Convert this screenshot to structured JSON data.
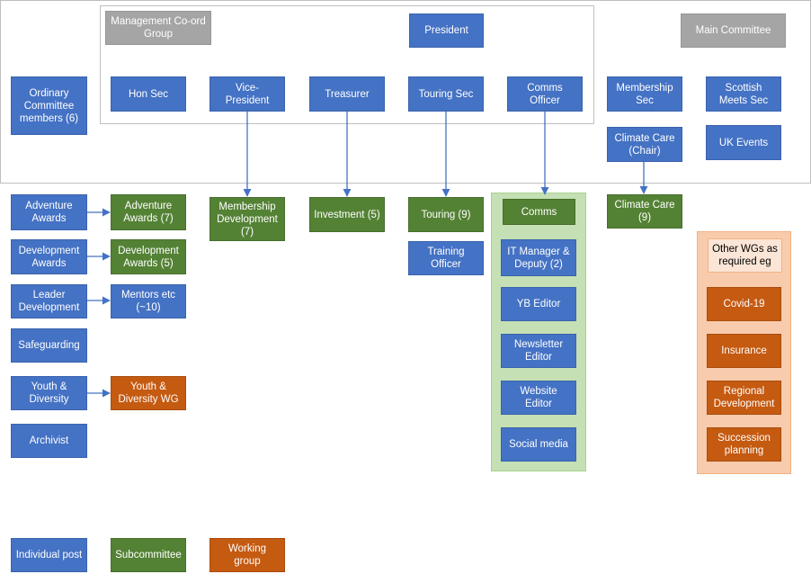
{
  "colors": {
    "individual_post": "#4472c4",
    "subcommittee": "#548235",
    "working_group": "#c55a11",
    "committee_group": "#a5a5a5"
  },
  "nodes": {
    "mgmt_group": "Management Co-ord Group",
    "president": "President",
    "main_committee": "Main Committee",
    "ordinary_members": "Ordinary Committee members (6)",
    "hon_sec": "Hon Sec",
    "vice_president": "Vice-President",
    "treasurer": "Treasurer",
    "touring_sec": "Touring Sec",
    "comms_officer": "Comms Officer",
    "membership_sec": "Membership Sec",
    "scottish_meets_sec": "Scottish Meets Sec",
    "climate_care_chair": "Climate Care (Chair)",
    "uk_events": "UK Events",
    "adventure_awards": "Adventure Awards",
    "adventure_awards_sc": "Adventure Awards (7)",
    "membership_development": "Membership Development (7)",
    "investment": "Investment (5)",
    "touring": "Touring (9)",
    "comms": "Comms",
    "climate_care": "Climate Care (9)",
    "development_awards": "Development Awards",
    "development_awards_sc": "Development Awards (5)",
    "training_officer": "Training Officer",
    "it_manager": "IT Manager & Deputy (2)",
    "other_wgs": "Other WGs as required eg",
    "leader_development": "Leader Development",
    "mentors": "Mentors etc (~10)",
    "yb_editor": "YB Editor",
    "covid": "Covid-19",
    "safeguarding": "Safeguarding",
    "newsletter_editor": "Newsletter Editor",
    "insurance": "Insurance",
    "youth_diversity": "Youth & Diversity",
    "youth_diversity_wg": "Youth & Diversity WG",
    "website_editor": "Website Editor",
    "regional_development": "Regional Development",
    "archivist": "Archivist",
    "social_media": "Social media",
    "succession_planning": "Succession planning"
  },
  "legend": {
    "individual_post": "Individual post",
    "subcommittee": "Subcommittee",
    "working_group": "Working group"
  }
}
